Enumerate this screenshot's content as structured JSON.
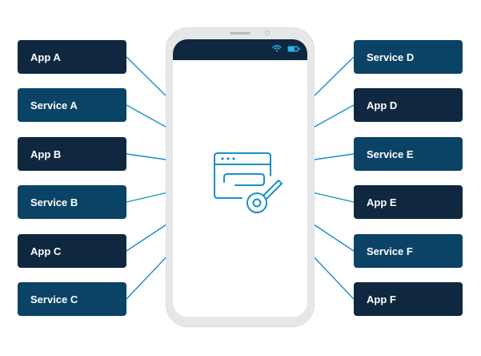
{
  "left_nodes": [
    {
      "label": "App A",
      "kind": "app"
    },
    {
      "label": "Service A",
      "kind": "service"
    },
    {
      "label": "App B",
      "kind": "app"
    },
    {
      "label": "Service B",
      "kind": "service"
    },
    {
      "label": "App C",
      "kind": "app"
    },
    {
      "label": "Service C",
      "kind": "service"
    }
  ],
  "right_nodes": [
    {
      "label": "Service D",
      "kind": "service"
    },
    {
      "label": "App D",
      "kind": "app"
    },
    {
      "label": "Service E",
      "kind": "service"
    },
    {
      "label": "App E",
      "kind": "app"
    },
    {
      "label": "Service F",
      "kind": "service"
    },
    {
      "label": "App F",
      "kind": "app"
    }
  ],
  "colors": {
    "app": "#0f2840",
    "service": "#0b4366",
    "connector": "#1a8fc8",
    "icon": "#1a8fc8",
    "phone_body": "#e6e7e9"
  },
  "phone": {
    "icons": [
      "wifi-icon",
      "battery-icon",
      "browser-key-icon"
    ]
  }
}
